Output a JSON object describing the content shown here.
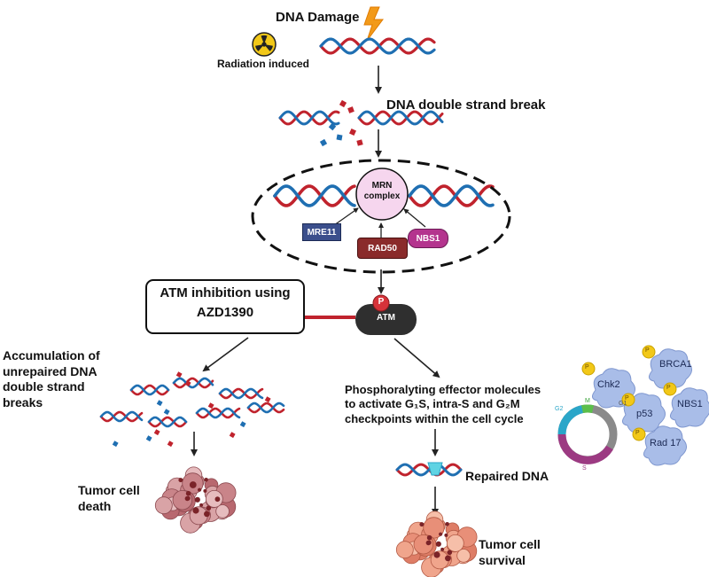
{
  "labels": {
    "dna_damage": "DNA Damage",
    "radiation_induced": "Radiation induced",
    "dsb": "DNA double strand break",
    "mrn_complex": [
      "MRN",
      "complex"
    ],
    "mre11": "MRE11",
    "rad50": "RAD50",
    "nbs1": "NBS1",
    "atm_inhibition": [
      "ATM inhibition using",
      "AZD1390"
    ],
    "atm": "ATM",
    "phospho": "P",
    "accumulation": [
      "Accumulation of",
      "unrepaired DNA",
      "double strand",
      "breaks"
    ],
    "tumor_death": [
      "Tumor cell",
      "death"
    ],
    "phosphorylating": [
      "Phosphoralyting effector molecules",
      "to activate G₁S, intra-S and G₂M",
      "checkpoints within the cell cycle"
    ],
    "repaired_dna": "Repaired DNA",
    "tumor_survival": [
      "Tumor cell",
      "survival"
    ]
  },
  "effectors": {
    "chk2": "Chk2",
    "p53": "p53",
    "brca1": "BRCA1",
    "nbs1": "NBS1",
    "rad17": "Rad 17",
    "p": "P"
  },
  "cell_cycle": {
    "m": "M",
    "g1": "G1",
    "g2": "G2",
    "s": "S"
  },
  "colors": {
    "dna_red": "#c0232d",
    "dna_blue": "#1f6fb2",
    "mre11": "#3b4f8c",
    "rad50": "#8a2b2b",
    "nbs1": "#b4348e",
    "atm": "#2f2f2f",
    "phospho": "#d6333a",
    "inhibitor": "#c0232d",
    "effector": "#a9bde8",
    "effector_p": "#f2c818",
    "mrn_circle": "#f6d6ee"
  }
}
